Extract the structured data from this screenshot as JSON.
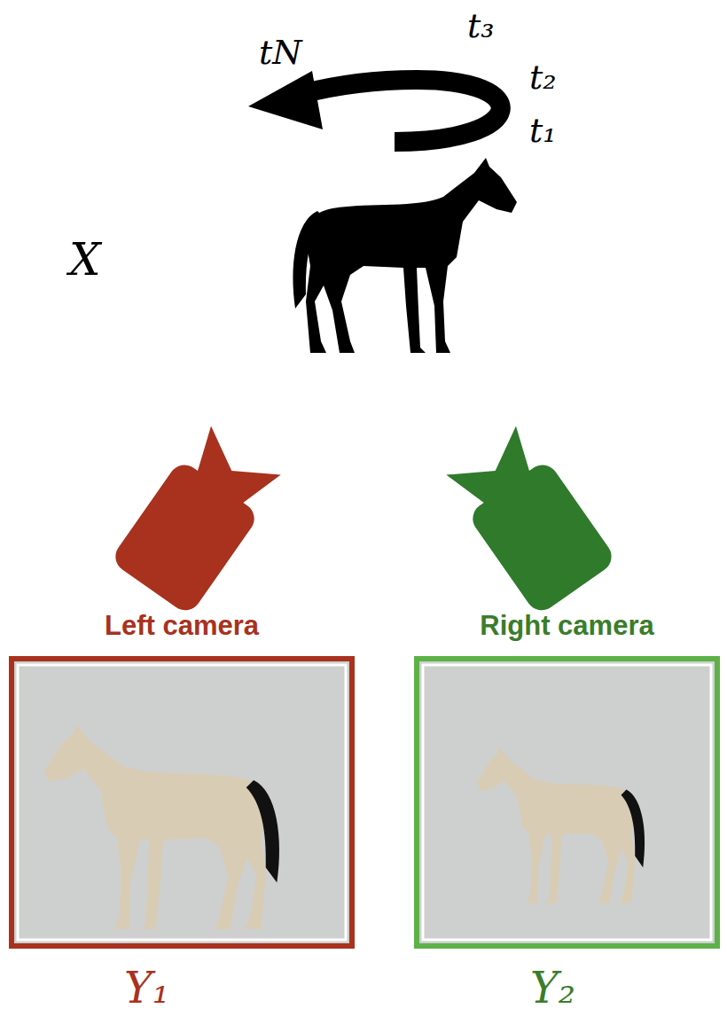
{
  "diagram": {
    "nodes": [
      {
        "text": [
          "Left camera"
        ]
      },
      {
        "text": [
          "Right camera"
        ]
      }
    ],
    "labels": [
      "tN",
      "t₃",
      "t₂",
      "t₁",
      "X",
      "Y₁",
      "Y₂"
    ]
  }
}
